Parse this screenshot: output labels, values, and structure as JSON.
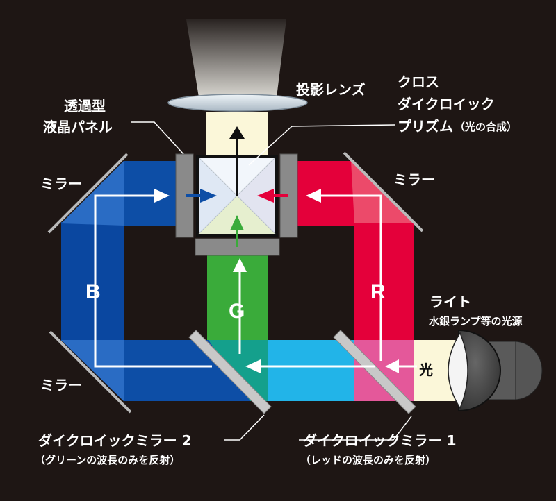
{
  "labels": {
    "projection_lens": "投影レンズ",
    "prism_line1": "クロス",
    "prism_line2": "ダイクロイック",
    "prism_line3": "プリズム",
    "prism_note": "（光の合成）",
    "panel_line1": "透過型",
    "panel_line2": "液晶パネル",
    "mirror_top_left": "ミラー",
    "mirror_top_right": "ミラー",
    "mirror_bottom_left": "ミラー",
    "blue": "B",
    "green": "G",
    "red": "R",
    "light_title": "ライト",
    "light_sub": "水銀ランプ等の光源",
    "light_beam": "光",
    "dichroic2_title": "ダイクロイックミラー 2",
    "dichroic2_sub": "（グリーンの波長のみを反射）",
    "dichroic1_title": "ダイクロイックミラー 1",
    "dichroic1_sub": "（レッドの波長のみを反射）"
  },
  "colors": {
    "background": "#1e1614",
    "blue": "#0d4ea6",
    "green": "#3aab3a",
    "red": "#e4003a",
    "cyan": "#22b4e8",
    "pink": "#e4589a",
    "light": "#fbf7d9",
    "panel": "#8a8a8a"
  }
}
